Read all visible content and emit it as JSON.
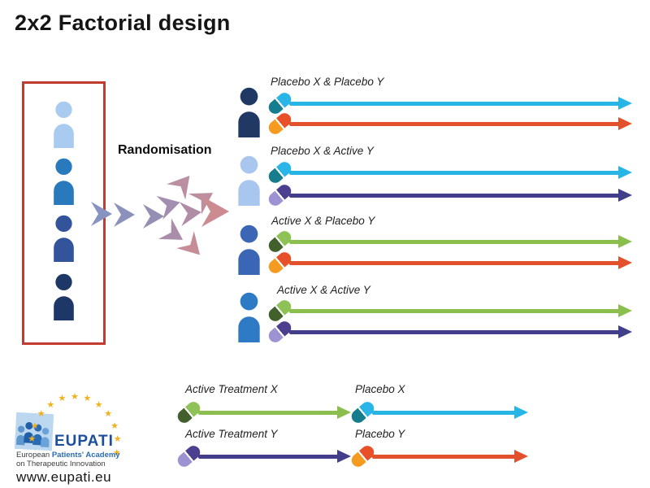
{
  "title": "2x2 Factorial design",
  "randomisation_label": "Randomisation",
  "pool": {
    "person_colors": [
      "#a9cbf0",
      "#2979bd",
      "#33549b",
      "#1d3867"
    ]
  },
  "groups": [
    {
      "label": "Placebo X & Placebo Y",
      "person_color": "#203864",
      "arms": [
        "placebo_x",
        "placebo_y"
      ]
    },
    {
      "label": "Placebo X & Active Y",
      "person_color": "#a9c7ee",
      "arms": [
        "placebo_x",
        "active_y"
      ]
    },
    {
      "label": "Active X & Placebo Y",
      "person_color": "#3b66b5",
      "arms": [
        "active_x",
        "placebo_y"
      ]
    },
    {
      "label": "Active X & Active Y",
      "person_color": "#2e7ac4",
      "arms": [
        "active_x",
        "active_y"
      ]
    }
  ],
  "legend": [
    {
      "label": "Active Treatment X",
      "arm": "active_x"
    },
    {
      "label": "Placebo X",
      "arm": "placebo_x"
    },
    {
      "label": "Active Treatment Y",
      "arm": "active_y"
    },
    {
      "label": "Placebo Y",
      "arm": "placebo_y"
    }
  ],
  "palette": {
    "box_border": "#c23b2e",
    "arms": {
      "placebo_x": {
        "line": "#27b5e5",
        "pill_left": "#157d8d",
        "pill_right": "#29b5e8"
      },
      "placebo_y": {
        "line": "#e2502c",
        "pill_left": "#f49b20",
        "pill_right": "#e8502a"
      },
      "active_x": {
        "line": "#8abf4e",
        "pill_left": "#42602b",
        "pill_right": "#8ec256"
      },
      "active_y": {
        "line": "#423e8c",
        "pill_left": "#9e93d2",
        "pill_right": "#4b3f90"
      }
    },
    "chevron_start": "#8793c0",
    "chevron_end": "#cc8b90",
    "star_color": "#f0b11c"
  },
  "logo": {
    "name": "EUPATI",
    "tagline_gray": "European",
    "tagline_blue": "Patients' Academy",
    "tagline_line2": "on Therapeutic Innovation",
    "url": "www.eupati.eu",
    "star_glyph": "★",
    "star_count": 12
  }
}
